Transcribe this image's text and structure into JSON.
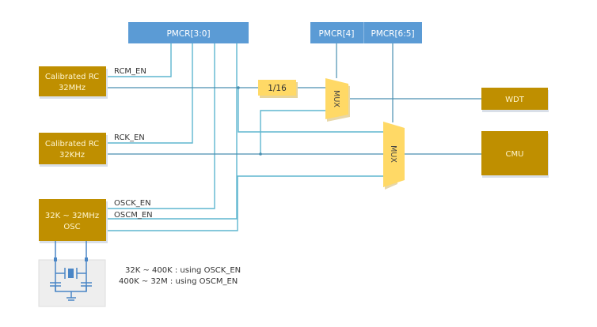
{
  "registers": {
    "pmcr_3_0": "PMCR[3:0]",
    "pmcr_4": "PMCR[4]",
    "pmcr_6_5": "PMCR[6:5]"
  },
  "sources": {
    "rc_32mhz": {
      "line1": "Calibrated RC",
      "line2": "32MHz"
    },
    "rc_32khz": {
      "line1": "Calibrated RC",
      "line2": "32KHz"
    },
    "osc": {
      "line1": "32K ~ 32MHz",
      "line2": "OSC"
    }
  },
  "signals": {
    "rcm_en": "RCM_EN",
    "rck_en": "RCK_EN",
    "osck_en": "OSCK_EN",
    "oscm_en": "OSCM_EN"
  },
  "divider": "1/16",
  "mux": {
    "mux1": "MUX",
    "mux2": "MUX"
  },
  "outputs": {
    "wdt": "WDT",
    "cmu": "CMU"
  },
  "notes": {
    "line1": "32K ~ 400K : using OSCK_EN",
    "line2": "400K ~ 32M : using OSCM_EN"
  },
  "colors": {
    "register": "#5b9bd5",
    "block": "#bf8f00",
    "mux": "#ffd966",
    "wire": "#5fb6cf"
  }
}
